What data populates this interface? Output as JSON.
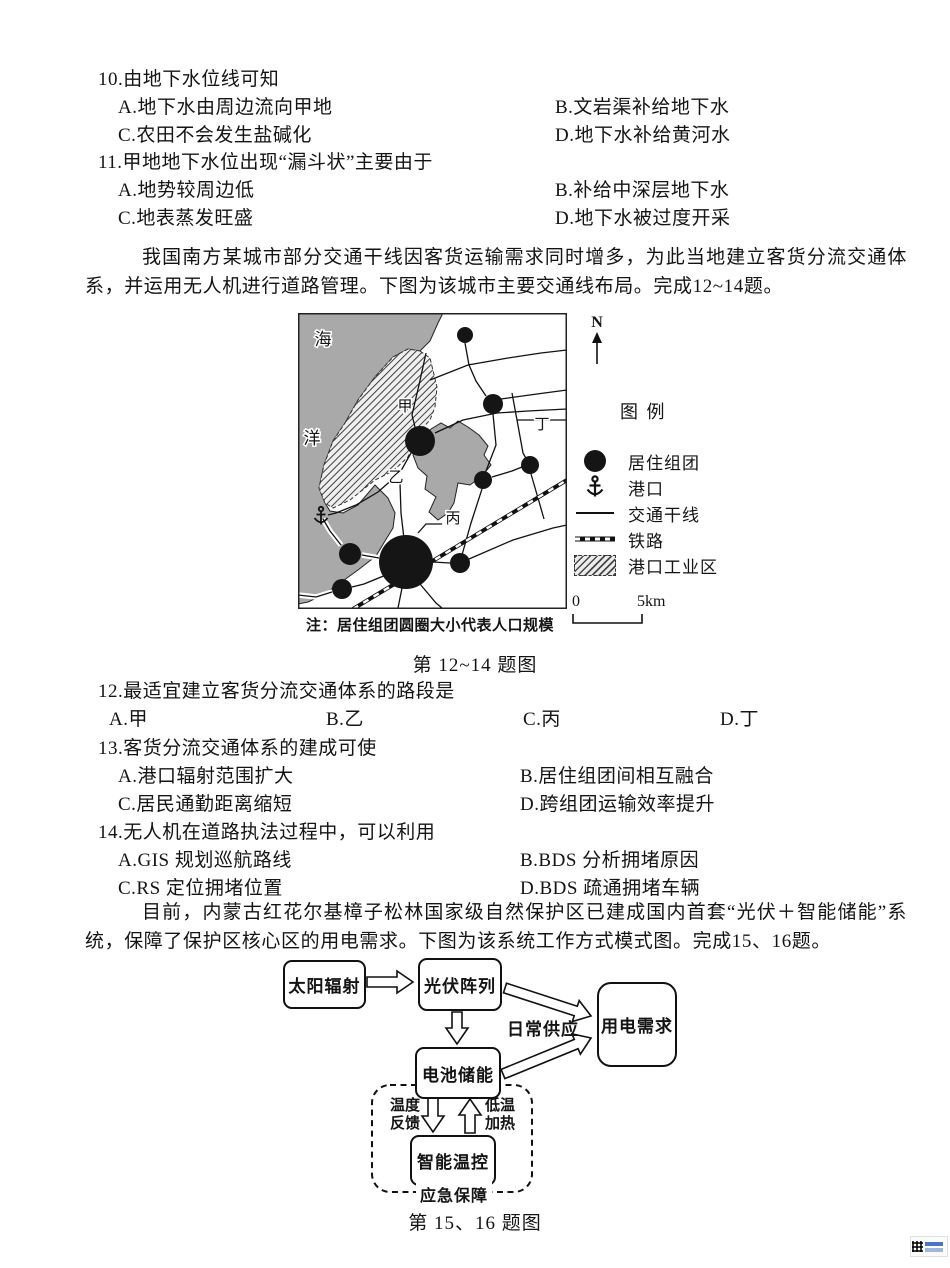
{
  "colors": {
    "sea": "#a9a9a9",
    "ink": "#141414"
  },
  "questions": [
    {
      "number": "10.",
      "stem": "由地下水位线可知",
      "options": [
        "A.地下水由周边流向甲地",
        "B.文岩渠补给地下水",
        "C.农田不会发生盐碱化",
        "D.地下水补给黄河水"
      ]
    },
    {
      "number": "11.",
      "stem": "甲地地下水位出现“漏斗状”主要由于",
      "options": [
        "A.地势较周边低",
        "B.补给中深层地下水",
        "C.地表蒸发旺盛",
        "D.地下水被过度开采"
      ]
    },
    {
      "number": "12.",
      "stem": "最适宜建立客货分流交通体系的路段是",
      "options": [
        "A.甲",
        "B.乙",
        "C.丙",
        "D.丁"
      ]
    },
    {
      "number": "13.",
      "stem": "客货分流交通体系的建成可使",
      "options": [
        "A.港口辐射范围扩大",
        "B.居住组团间相互融合",
        "C.居民通勤距离缩短",
        "D.跨组团运输效率提升"
      ]
    },
    {
      "number": "14.",
      "stem": "无人机在道路执法过程中，可以利用",
      "options": [
        "A.GIS 规划巡航路线",
        "B.BDS 分析拥堵原因",
        "C.RS 定位拥堵位置",
        "D.BDS 疏通拥堵车辆"
      ]
    }
  ],
  "passages": {
    "p1": "我国南方某城市部分交通干线因客货运输需求同时增多，为此当地建立客货分流交通体系，并运用无人机进行道路管理。下图为该城市主要交通线布局。完成12~14题。",
    "p2": "目前，内蒙古红花尔基樟子松林国家级自然保护区已建成国内首套“光伏＋智能储能”系统，保障了保护区核心区的用电需求。下图为该系统工作方式模式图。完成15、16题。"
  },
  "map_figure": {
    "sea_top": "海",
    "sea_bottom": "洋",
    "jia": "甲",
    "yi": "乙",
    "bing": "丙",
    "ding": "丁",
    "north_label": "N",
    "legend_title": "图 例",
    "legend_items": [
      "居住组团",
      "港口",
      "交通干线",
      "铁路",
      "港口工业区"
    ],
    "scale_zero": "0",
    "scale_five": "5km",
    "note": "注：居住组团圆圈大小代表人口规模",
    "caption": "第 12~14 题图"
  },
  "flow_figure": {
    "solar": "太阳辐射",
    "pv": "光伏阵列",
    "battery": "电池储能",
    "thermo": "智能温控",
    "demand": "用电需求",
    "daily": "日常供应",
    "feedback": "温度反馈",
    "heating": "低温加热",
    "emergency": "应急保障",
    "caption": "第 15、16 题图"
  }
}
